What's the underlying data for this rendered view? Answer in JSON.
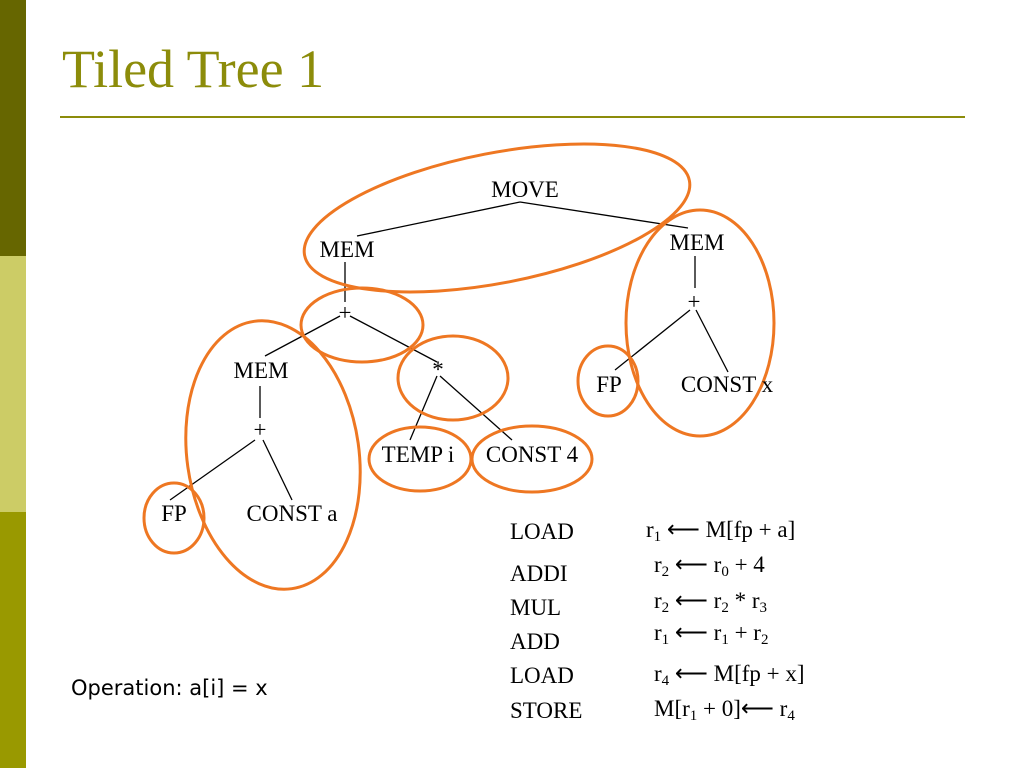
{
  "slide": {
    "title": "Tiled Tree 1",
    "operation": "Operation: a[i] = x"
  },
  "colors": {
    "accent": "#8c8c0a",
    "sidebar_dark": "#666600",
    "sidebar_light": "#cccc66",
    "sidebar_mid": "#999900",
    "tile": "#ee7722"
  },
  "tree": {
    "move": "MOVE",
    "mem_left": "MEM",
    "mem_right": "MEM",
    "plus_main": "+",
    "mem_inner": "MEM",
    "star": "*",
    "plus_inner": "+",
    "fp_inner": "FP",
    "const_a": "CONST a",
    "temp_i": "TEMP i",
    "const_4": "CONST 4",
    "plus_right": "+",
    "fp_right": "FP",
    "const_x": "CONST x"
  },
  "instructions": {
    "ops": [
      "LOAD",
      "ADDI",
      "MUL",
      "ADD",
      "LOAD",
      "STORE"
    ],
    "arrow": "⟵"
  }
}
